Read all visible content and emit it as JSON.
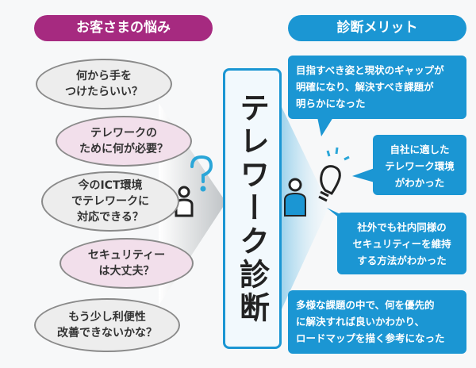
{
  "left_header": "お客さまの悩み",
  "right_header": "診断メリット",
  "center_title": "テレワーク診断",
  "worries": [
    "何から手を\nつけたらいい？",
    "テレワークの\nために何が必要？",
    "今のICT環境\nでテレワークに\n対応できる？",
    "セキュリティー\nは大丈夫？",
    "もう少し利便性\n改善できないかな？"
  ],
  "merits": [
    "目指すべき姿と現状のギャップが\n明確になり、解決すべき課題が\n明らかになった",
    "自社に適した\nテレワーク環境\nがわかった",
    "社外でも社内同様の\nセキュリティーを維持\nする方法がわかった",
    "多様な課題の中で、何を優先的\nに解決すれば良いかわかり、\nロードマップを描く参考になった"
  ],
  "colors": {
    "magenta": "#a62a80",
    "blue": "#1b96d3"
  }
}
